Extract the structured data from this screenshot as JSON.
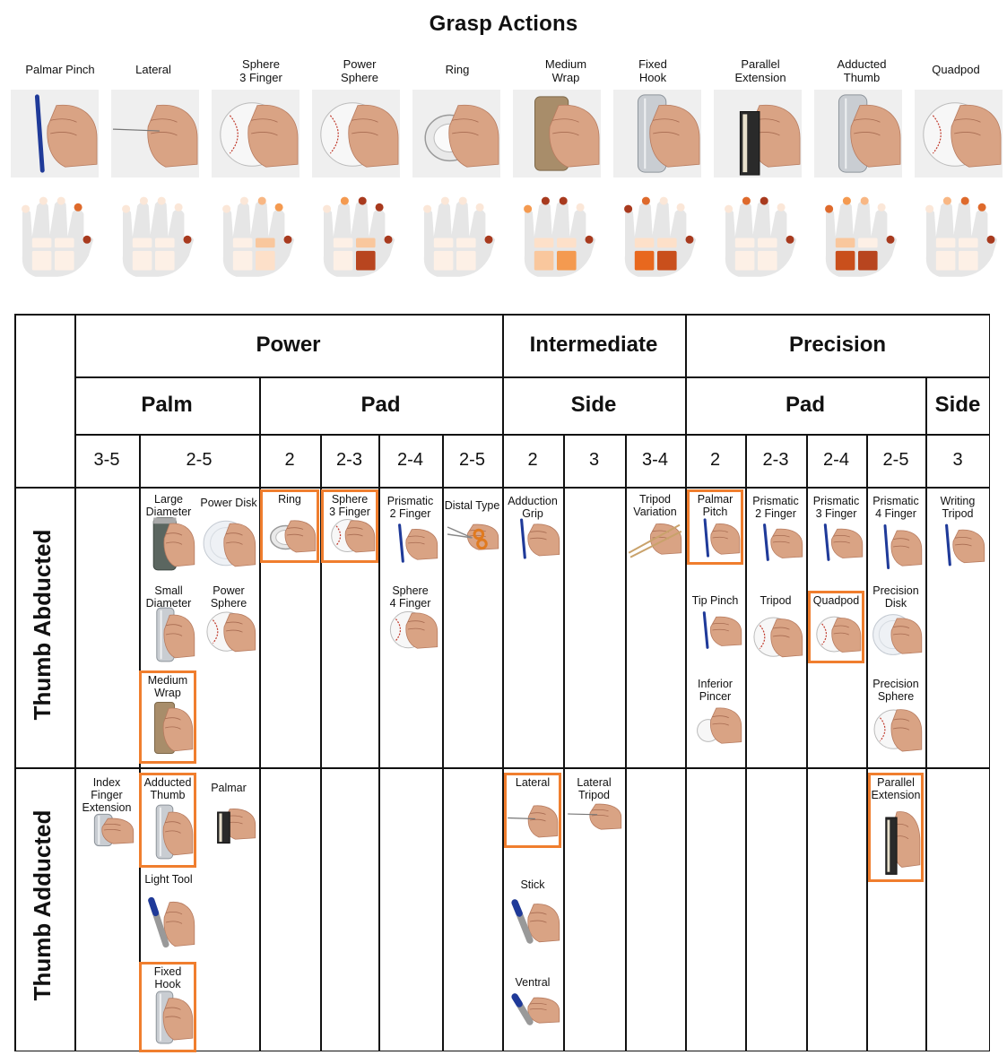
{
  "title": "Grasp Actions",
  "top_grasps": [
    {
      "label": "Palmar Pinch",
      "object": "pen",
      "dots": [
        "#fbe7d8",
        "#fbe7d8",
        "#fbe7d8",
        "#de6a2c",
        "#a83a1e"
      ],
      "palm": [
        "#fdf0e6",
        "#fdf0e6",
        "#fdf0e6",
        "#fdf0e6"
      ]
    },
    {
      "label": "Lateral",
      "object": "needle",
      "dots": [
        "#fbe7d8",
        "#fbe7d8",
        "#fbe7d8",
        "#fbe7d8",
        "#a83a1e"
      ],
      "palm": [
        "#fdf0e6",
        "#fdf0e6",
        "#fdf0e6",
        "#fdf0e6"
      ]
    },
    {
      "label": "Sphere\n3 Finger",
      "object": "ball",
      "dots": [
        "#fbe7d8",
        "#fbe7d8",
        "#f8b784",
        "#f49a50",
        "#a83a1e"
      ],
      "palm": [
        "#fdf0e6",
        "#f9c79d",
        "#fdf0e6",
        "#fde0c9"
      ]
    },
    {
      "label": "Power\nSphere",
      "object": "ball",
      "dots": [
        "#fbe7d8",
        "#f49a50",
        "#a83a1e",
        "#a83a1e",
        "#a83a1e"
      ],
      "palm": [
        "#fdf0e6",
        "#f9c79d",
        "#fdf0e6",
        "#b8451f"
      ]
    },
    {
      "label": "Ring",
      "object": "bowl",
      "dots": [
        "#fbe7d8",
        "#fbe7d8",
        "#fbe7d8",
        "#fbe7d8",
        "#a83a1e"
      ],
      "palm": [
        "#fdf0e6",
        "#fdf0e6",
        "#fdf0e6",
        "#fdf0e6"
      ]
    },
    {
      "label": "Medium\nWrap",
      "object": "tube",
      "dots": [
        "#f49a50",
        "#a83a1e",
        "#a83a1e",
        "#fbe7d8",
        "#a83a1e"
      ],
      "palm": [
        "#fde0c9",
        "#fde0c9",
        "#f9c79d",
        "#f49a50"
      ]
    },
    {
      "label": "Fixed\nHook",
      "object": "cylinder",
      "dots": [
        "#a83a1e",
        "#de6a2c",
        "#fbe7d8",
        "#fbe7d8",
        "#a83a1e"
      ],
      "palm": [
        "#fde0c9",
        "#fde0c9",
        "#e8681e",
        "#c94f1c"
      ]
    },
    {
      "label": "Parallel\nExtension",
      "object": "book",
      "dots": [
        "#fbe7d8",
        "#de6a2c",
        "#a83a1e",
        "#fbe7d8",
        "#a83a1e"
      ],
      "palm": [
        "#fdf0e6",
        "#fdf0e6",
        "#fdf0e6",
        "#fdf0e6"
      ]
    },
    {
      "label": "Adducted\nThumb",
      "object": "cylinder",
      "dots": [
        "#de6a2c",
        "#f49a50",
        "#f8b784",
        "#fbe7d8",
        "#a83a1e"
      ],
      "palm": [
        "#f9c79d",
        "#fdf0e6",
        "#c94f1c",
        "#b8451f"
      ]
    },
    {
      "label": "Quadpod",
      "object": "ball",
      "dots": [
        "#fbe7d8",
        "#f8b784",
        "#de6a2c",
        "#de6a2c",
        "#a83a1e"
      ],
      "palm": [
        "#fdf0e6",
        "#fdf0e6",
        "#fdf0e6",
        "#fdf0e6"
      ]
    }
  ],
  "table": {
    "level1": [
      "Power",
      "Intermediate",
      "Precision"
    ],
    "level2": [
      "Palm",
      "Pad",
      "Side",
      "Pad",
      "Side"
    ],
    "level3": [
      "3-5",
      "2-5",
      "2",
      "2-3",
      "2-4",
      "2-5",
      "2",
      "3",
      "3-4",
      "2",
      "2-3",
      "2-4",
      "2-5",
      "3"
    ],
    "rows": [
      "Thumb Abducted",
      "Thumb Adducted"
    ],
    "items": [
      {
        "label": "Large\nDiameter",
        "object": "cup",
        "hl": false
      },
      {
        "label": "Power Disk",
        "object": "disk",
        "hl": false
      },
      {
        "label": "Small\nDiameter",
        "object": "cylinder",
        "hl": false
      },
      {
        "label": "Power\nSphere",
        "object": "ball",
        "hl": false
      },
      {
        "label": "Medium\nWrap",
        "object": "tube",
        "hl": true
      },
      {
        "label": "Ring",
        "object": "bowl",
        "hl": true
      },
      {
        "label": "Sphere\n3 Finger",
        "object": "ball",
        "hl": true
      },
      {
        "label": "Prismatic\n2 Finger",
        "object": "pen",
        "hl": false
      },
      {
        "label": "Distal Type",
        "object": "scissors",
        "hl": false
      },
      {
        "label": "Sphere\n4 Finger",
        "object": "ball",
        "hl": false
      },
      {
        "label": "Adduction\nGrip",
        "object": "pen",
        "hl": false
      },
      {
        "label": "Tripod\nVariation",
        "object": "chopsticks",
        "hl": false
      },
      {
        "label": "Palmar\nPitch",
        "object": "pen",
        "hl": true
      },
      {
        "label": "Prismatic\n2 Finger",
        "object": "pen",
        "hl": false
      },
      {
        "label": "Prismatic\n3 Finger",
        "object": "pen",
        "hl": false
      },
      {
        "label": "Prismatic\n4 Finger",
        "object": "pen",
        "hl": false
      },
      {
        "label": "Writing\nTripod",
        "object": "pen",
        "hl": false
      },
      {
        "label": "Tip Pinch",
        "object": "pen",
        "hl": false
      },
      {
        "label": "Tripod",
        "object": "ball",
        "hl": false
      },
      {
        "label": "Quadpod",
        "object": "ball",
        "hl": true
      },
      {
        "label": "Precision\nDisk",
        "object": "disk",
        "hl": false
      },
      {
        "label": "Inferior\nPincer",
        "object": "smallball",
        "hl": false
      },
      {
        "label": "Precision\nSphere",
        "object": "ball",
        "hl": false
      },
      {
        "label": "Index\nFinger\nExtension",
        "object": "cylinder",
        "hl": false
      },
      {
        "label": "Adducted\nThumb",
        "object": "cylinder",
        "hl": true
      },
      {
        "label": "Palmar",
        "object": "book",
        "hl": false
      },
      {
        "label": "Light Tool",
        "object": "marker",
        "hl": false
      },
      {
        "label": "Fixed\nHook",
        "object": "cylinder",
        "hl": true
      },
      {
        "label": "Lateral",
        "object": "needle",
        "hl": true
      },
      {
        "label": "Lateral\nTripod",
        "object": "needle",
        "hl": false
      },
      {
        "label": "Stick",
        "object": "marker",
        "hl": false
      },
      {
        "label": "Ventral",
        "object": "marker",
        "hl": false
      },
      {
        "label": "Parallel\nExtension",
        "object": "book",
        "hl": true
      }
    ]
  },
  "colors": {
    "highlight": "#f07e2e",
    "photo_bg": "#efefef",
    "skin": "#d9a384",
    "hand_silhouette": "#e6e6e6"
  }
}
